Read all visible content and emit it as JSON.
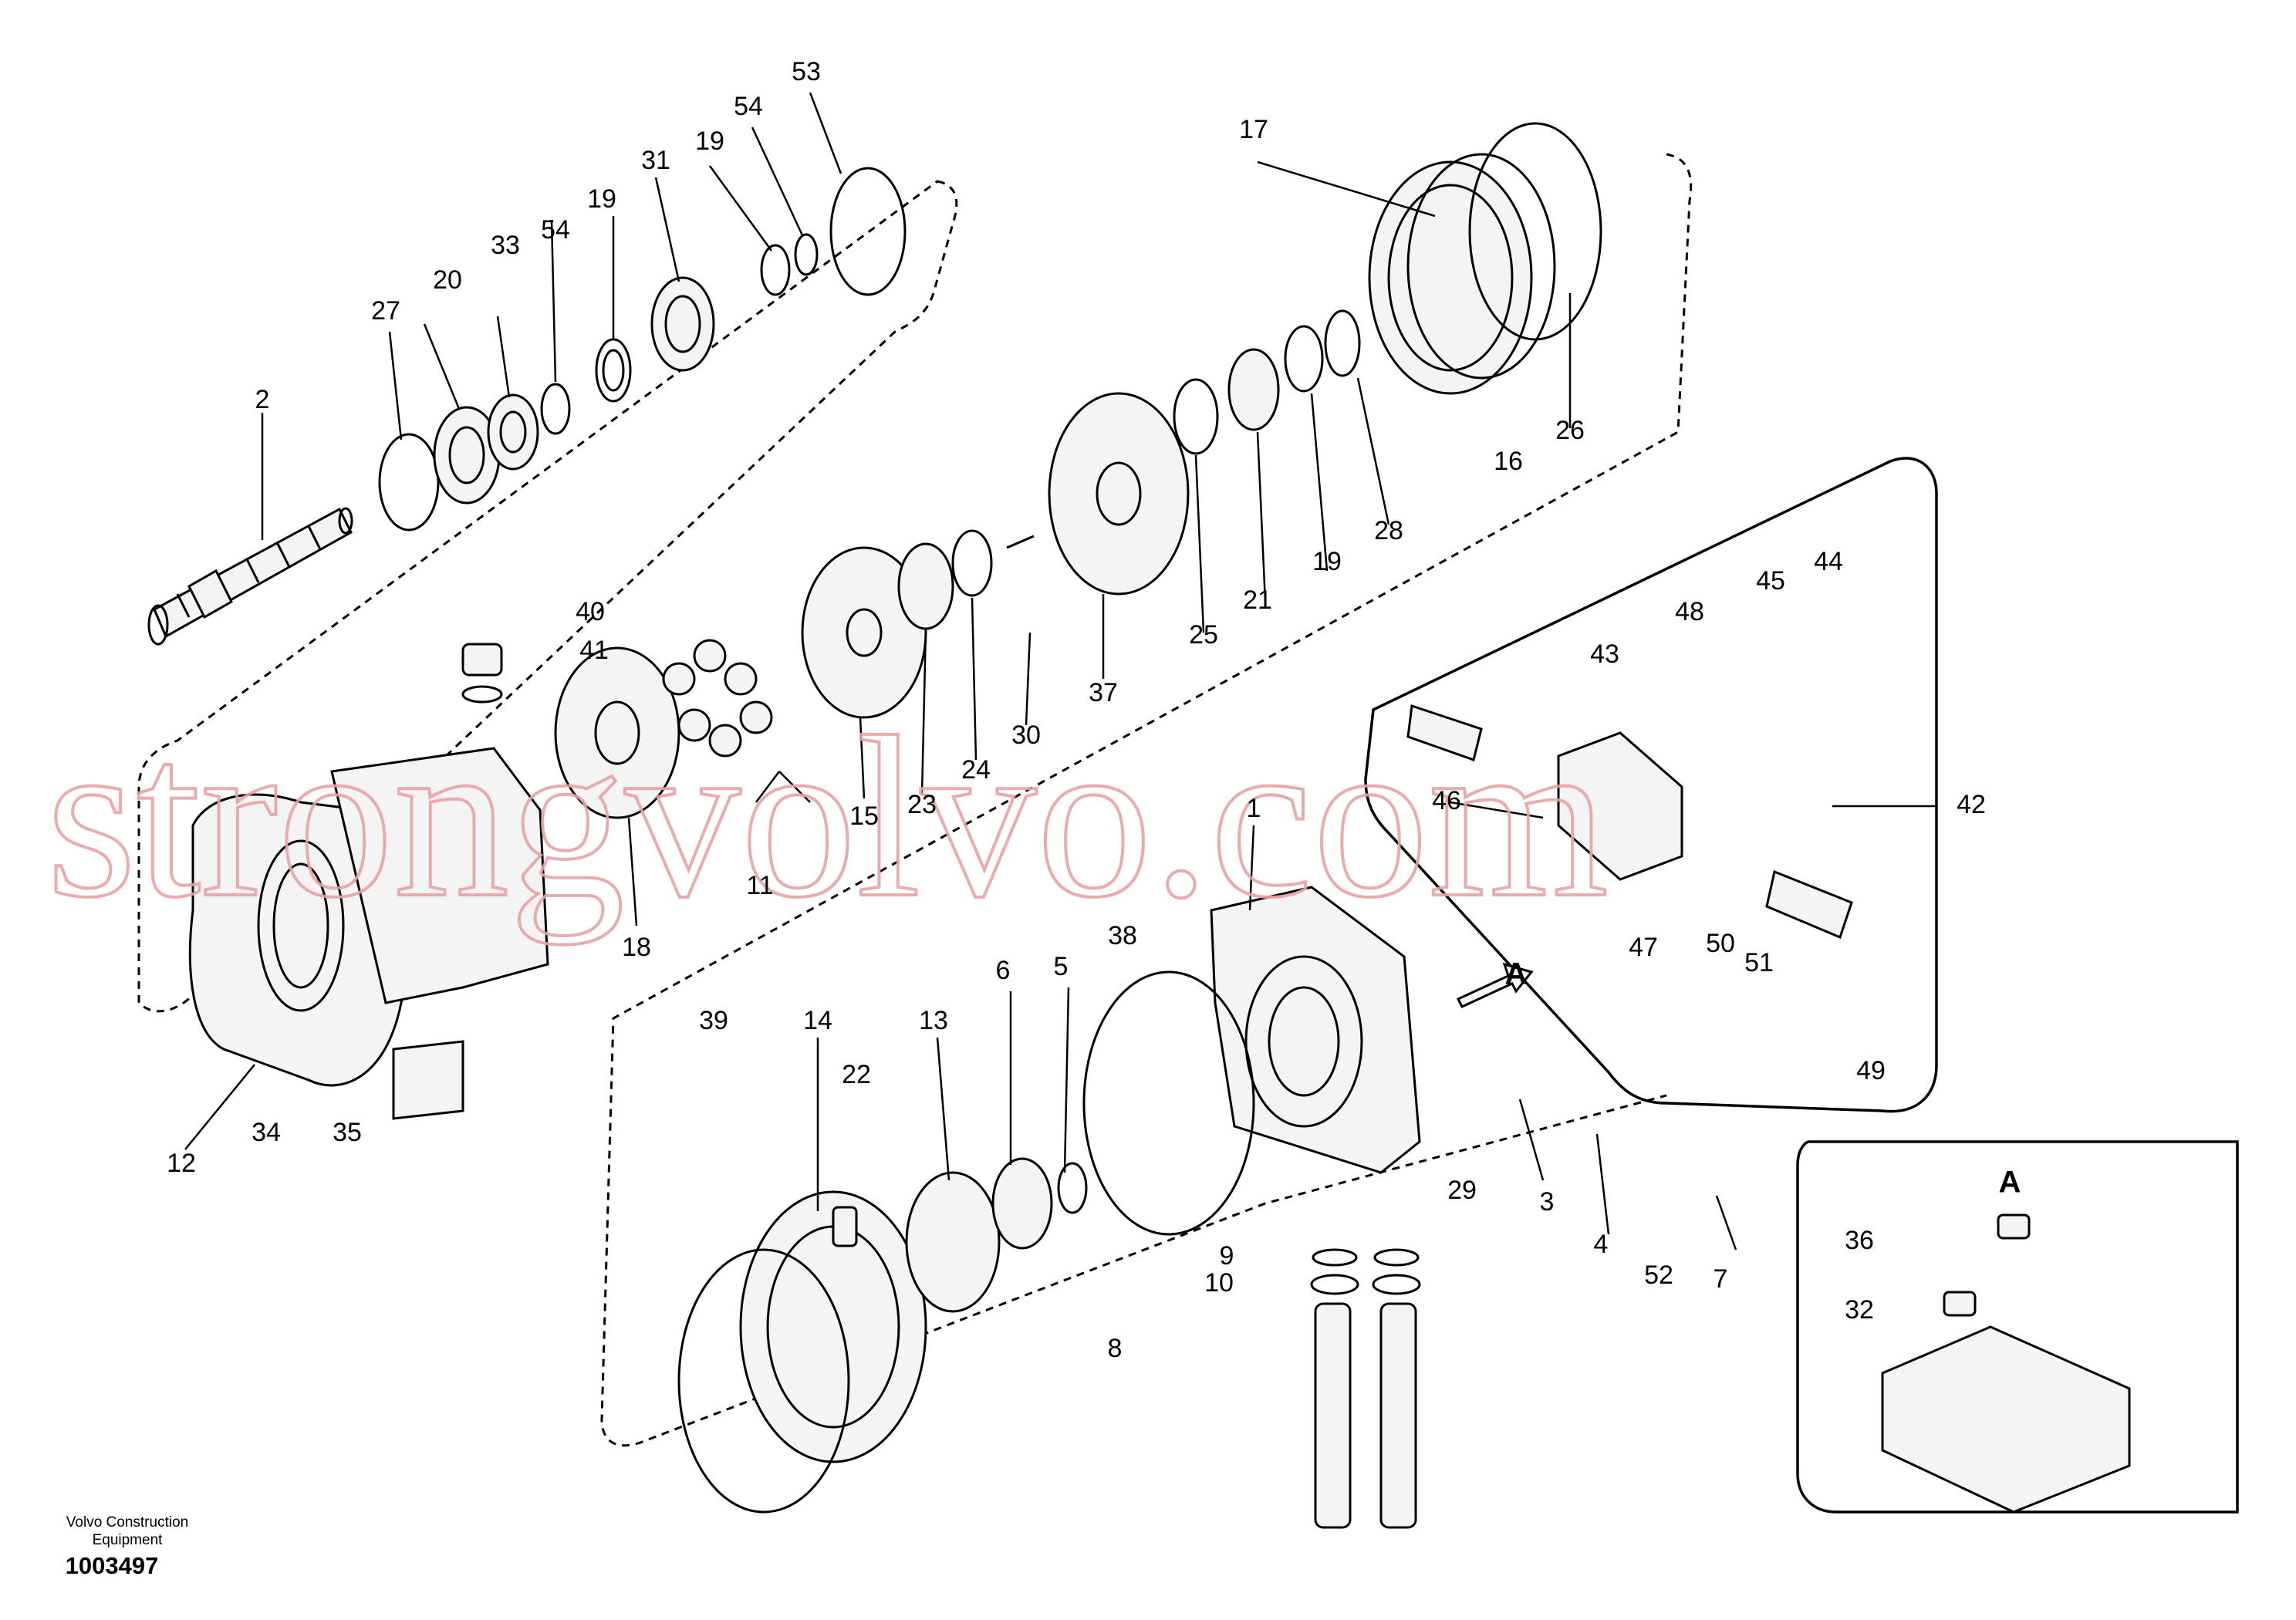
{
  "watermark": "strongvolvo.com",
  "footer": {
    "company": "Volvo Construction Equipment",
    "document_number": "1003497"
  },
  "detail_view_label": "A",
  "arrow_label": "A",
  "callouts": [
    "1",
    "2",
    "3",
    "4",
    "5",
    "6",
    "7",
    "8",
    "9",
    "10",
    "11",
    "12",
    "13",
    "14",
    "15",
    "16",
    "17",
    "18",
    "19",
    "19",
    "19",
    "20",
    "21",
    "22",
    "23",
    "24",
    "25",
    "26",
    "27",
    "28",
    "29",
    "30",
    "31",
    "32",
    "33",
    "34",
    "35",
    "36",
    "37",
    "38",
    "39",
    "40",
    "41",
    "42",
    "43",
    "44",
    "45",
    "46",
    "47",
    "48",
    "49",
    "50",
    "51",
    "52",
    "53",
    "54",
    "54"
  ]
}
